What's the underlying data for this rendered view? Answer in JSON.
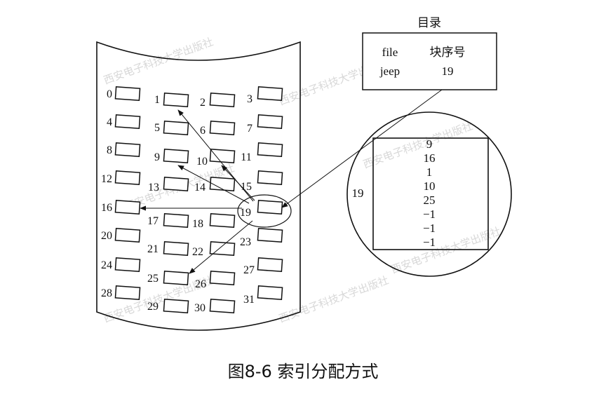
{
  "directory": {
    "title": "目录",
    "header": [
      "file",
      "块序号"
    ],
    "row": [
      "jeep",
      "19"
    ]
  },
  "disk": {
    "blocks": [
      "0",
      "1",
      "2",
      "3",
      "4",
      "5",
      "6",
      "7",
      "8",
      "9",
      "10",
      "11",
      "12",
      "13",
      "14",
      "15",
      "16",
      "17",
      "18",
      "19",
      "20",
      "21",
      "22",
      "23",
      "24",
      "25",
      "26",
      "27",
      "28",
      "29",
      "30",
      "31"
    ],
    "index_block": "19",
    "index_entries": [
      "9",
      "16",
      "1",
      "10",
      "25",
      "−1",
      "−1",
      "−1"
    ],
    "index_block_label": "19"
  },
  "watermark": "西安电子科技大学出版社",
  "caption": "图8-6  索引分配方式",
  "colors": {
    "line": "#111111",
    "watermark": "#d9d9d9"
  }
}
